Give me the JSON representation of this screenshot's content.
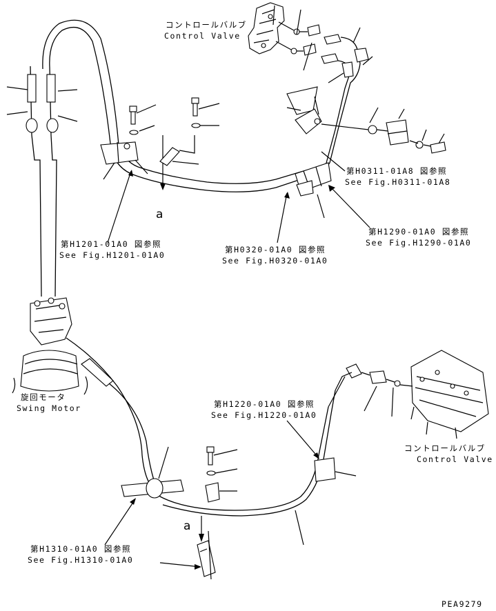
{
  "labels": {
    "control_valve_top_jp": "コントロールバルブ",
    "control_valve_top_en": "Control Valve",
    "control_valve_right_jp": "コントロールバルブ",
    "control_valve_right_en": "Control Valve",
    "swing_motor_jp": "旋回モータ",
    "swing_motor_en": "Swing Motor",
    "view_a_top": "a",
    "view_a_bottom": "a",
    "drawing_number": "PEA9279"
  },
  "references": [
    {
      "jp": "第H1201-01A0 図参照",
      "en": "See Fig.H1201-01A0"
    },
    {
      "jp": "第H0320-01A0 図参照",
      "en": "See Fig.H0320-01A0"
    },
    {
      "jp": "第H0311-01A8 図参照",
      "en": "See Fig.H0311-01A8"
    },
    {
      "jp": "第H1290-01A0 図参照",
      "en": "See Fig.H1290-01A0"
    },
    {
      "jp": "第H1220-01A0 図参照",
      "en": "See Fig.H1220-01A0"
    },
    {
      "jp": "第H1310-01A0 図参照",
      "en": "See Fig.H1310-01A0"
    }
  ]
}
